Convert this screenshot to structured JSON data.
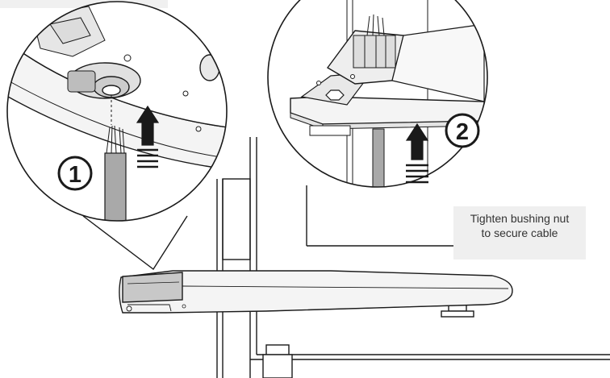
{
  "caption": {
    "line1": "Tighten bushing nut",
    "line2": "to secure cable"
  },
  "steps": {
    "step1": "1",
    "step2": "2"
  },
  "icons": {
    "arrow1": "up-arrow-icon",
    "arrow2": "up-arrow-icon"
  },
  "colors": {
    "stroke": "#1a1a1a",
    "caption_bg": "#efefef",
    "body_fill": "#f4f4f4",
    "cap_fill": "#c8c8c8",
    "cable_fill": "#a9a9a9"
  }
}
